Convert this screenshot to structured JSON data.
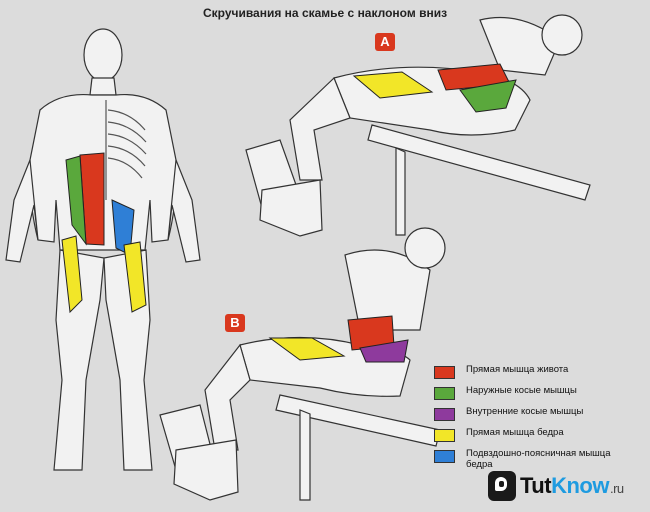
{
  "title": "Скручивания на скамье с наклоном вниз",
  "labels": {
    "a": "A",
    "b": "B"
  },
  "legend": [
    {
      "label": "Прямая мышца живота",
      "color": "#d9381e"
    },
    {
      "label": "Наружные косые мышцы",
      "color": "#5aa83c"
    },
    {
      "label": "Внутренние косые мышцы",
      "color": "#8e3a9d"
    },
    {
      "label": "Прямая мышца бедра",
      "color": "#f2e628"
    },
    {
      "label": "Подвздошно-поясничная мышца бедра",
      "color": "#2f7fd6"
    }
  ],
  "badge_color": "#d9381e",
  "brand": {
    "part1": "Tut",
    "part2": "Know",
    "part3": ".ru"
  }
}
